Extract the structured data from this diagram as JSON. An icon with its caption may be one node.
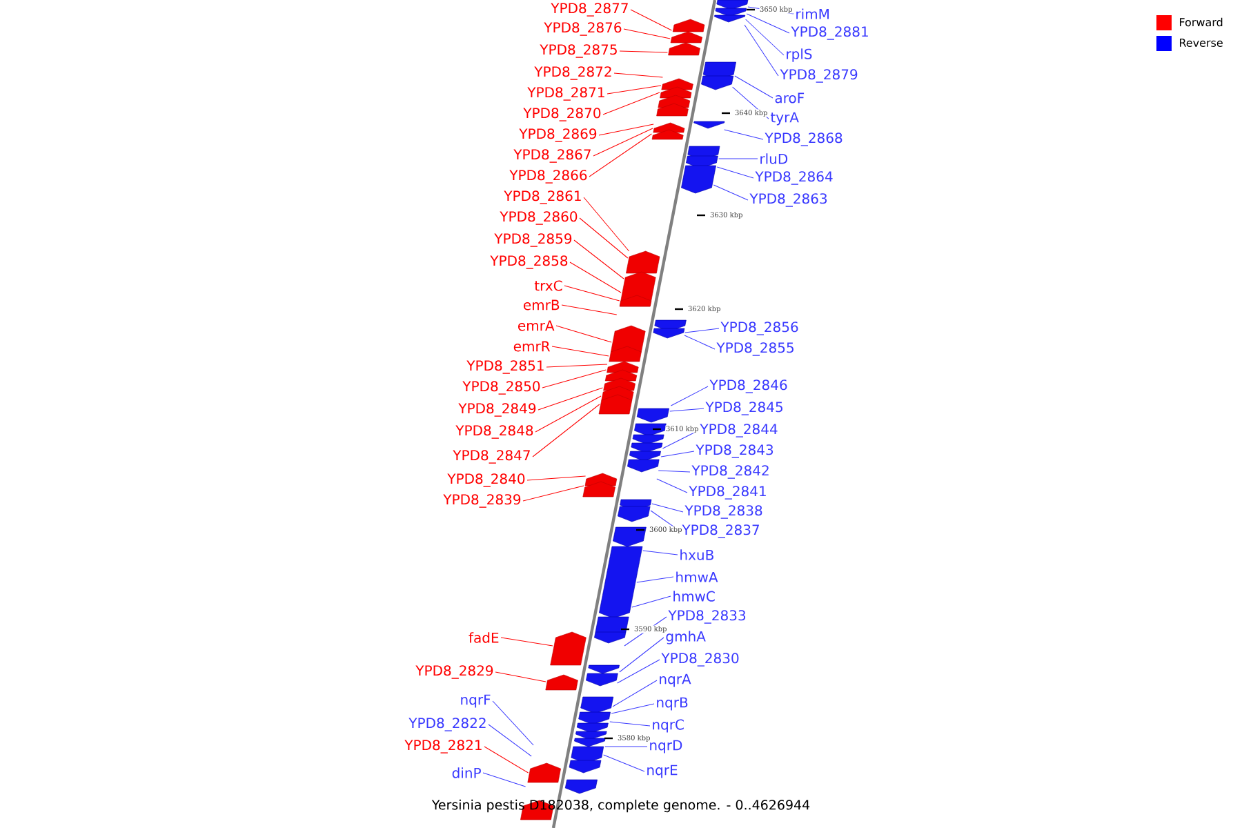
{
  "diagram": {
    "caption": "Yersinia pestis D182038, complete genome. - 0..4626944",
    "nodes": [
      {
        "text": [
          "YPD8_2877"
        ]
      },
      {
        "text": [
          "YPD8_2876"
        ]
      },
      {
        "text": [
          "YPD8_2875"
        ]
      },
      {
        "text": [
          "YPD8_2872"
        ]
      },
      {
        "text": [
          "YPD8_2871"
        ]
      },
      {
        "text": [
          "YPD8_2870"
        ]
      },
      {
        "text": [
          "YPD8_2869"
        ]
      },
      {
        "text": [
          "YPD8_2867"
        ]
      },
      {
        "text": [
          "YPD8_2866"
        ]
      },
      {
        "text": [
          "YPD8_2861"
        ]
      },
      {
        "text": [
          "YPD8_2860"
        ]
      },
      {
        "text": [
          "YPD8_2859"
        ]
      },
      {
        "text": [
          "YPD8_2858"
        ]
      },
      {
        "text": [
          "trxC"
        ]
      },
      {
        "text": [
          "emrB"
        ]
      },
      {
        "text": [
          "emrA"
        ]
      },
      {
        "text": [
          "emrR"
        ]
      },
      {
        "text": [
          "YPD8_2851"
        ]
      },
      {
        "text": [
          "YPD8_2850"
        ]
      },
      {
        "text": [
          "YPD8_2849"
        ]
      },
      {
        "text": [
          "YPD8_2848"
        ]
      },
      {
        "text": [
          "YPD8_2847"
        ]
      },
      {
        "text": [
          "YPD8_2840"
        ]
      },
      {
        "text": [
          "YPD8_2839"
        ]
      },
      {
        "text": [
          "fadE"
        ]
      },
      {
        "text": [
          "YPD8_2829"
        ]
      },
      {
        "text": [
          "nqrF"
        ]
      },
      {
        "text": [
          "YPD8_2822"
        ]
      },
      {
        "text": [
          "YPD8_2821"
        ]
      },
      {
        "text": [
          "dinP"
        ]
      },
      {
        "text": [
          "rimM"
        ]
      },
      {
        "text": [
          "YPD8_2881"
        ]
      },
      {
        "text": [
          "rplS"
        ]
      },
      {
        "text": [
          "YPD8_2879"
        ]
      },
      {
        "text": [
          "aroF"
        ]
      },
      {
        "text": [
          "tyrA"
        ]
      },
      {
        "text": [
          "YPD8_2868"
        ]
      },
      {
        "text": [
          "rluD"
        ]
      },
      {
        "text": [
          "YPD8_2864"
        ]
      },
      {
        "text": [
          "YPD8_2863"
        ]
      },
      {
        "text": [
          "YPD8_2856"
        ]
      },
      {
        "text": [
          "YPD8_2855"
        ]
      },
      {
        "text": [
          "YPD8_2846"
        ]
      },
      {
        "text": [
          "YPD8_2845"
        ]
      },
      {
        "text": [
          "YPD8_2844"
        ]
      },
      {
        "text": [
          "YPD8_2843"
        ]
      },
      {
        "text": [
          "YPD8_2842"
        ]
      },
      {
        "text": [
          "YPD8_2841"
        ]
      },
      {
        "text": [
          "YPD8_2838"
        ]
      },
      {
        "text": [
          "YPD8_2837"
        ]
      },
      {
        "text": [
          "hxuB"
        ]
      },
      {
        "text": [
          "hmwA"
        ]
      },
      {
        "text": [
          "hmwC"
        ]
      },
      {
        "text": [
          "YPD8_2833"
        ]
      },
      {
        "text": [
          "gmhA"
        ]
      },
      {
        "text": [
          "YPD8_2830"
        ]
      },
      {
        "text": [
          "nqrA"
        ]
      },
      {
        "text": [
          "nqrB"
        ]
      },
      {
        "text": [
          "nqrC"
        ]
      },
      {
        "text": [
          "nqrD"
        ]
      },
      {
        "text": [
          "nqrE"
        ]
      }
    ],
    "edges": [
      {
        "from": 0,
        "to": null,
        "arrow": "none",
        "color": "#ff0000"
      },
      {
        "from": 1,
        "to": null,
        "arrow": "none",
        "color": "#ff0000"
      },
      {
        "from": 2,
        "to": null,
        "arrow": "none",
        "color": "#ff0000"
      },
      {
        "from": 3,
        "to": null,
        "arrow": "none",
        "color": "#ff0000"
      },
      {
        "from": 4,
        "to": null,
        "arrow": "none",
        "color": "#ff0000"
      },
      {
        "from": 5,
        "to": null,
        "arrow": "none",
        "color": "#ff0000"
      },
      {
        "from": 6,
        "to": null,
        "arrow": "none",
        "color": "#ff0000"
      },
      {
        "from": 7,
        "to": null,
        "arrow": "none",
        "color": "#ff0000"
      },
      {
        "from": 8,
        "to": null,
        "arrow": "none",
        "color": "#ff0000"
      },
      {
        "from": 9,
        "to": null,
        "arrow": "none",
        "color": "#ff0000"
      },
      {
        "from": 10,
        "to": null,
        "arrow": "none",
        "color": "#ff0000"
      },
      {
        "from": 11,
        "to": null,
        "arrow": "none",
        "color": "#ff0000"
      },
      {
        "from": 12,
        "to": null,
        "arrow": "none",
        "color": "#ff0000"
      },
      {
        "from": 13,
        "to": null,
        "arrow": "none",
        "color": "#ff0000"
      },
      {
        "from": 14,
        "to": null,
        "arrow": "none",
        "color": "#ff0000"
      },
      {
        "from": 15,
        "to": null,
        "arrow": "none",
        "color": "#ff0000"
      },
      {
        "from": 16,
        "to": null,
        "arrow": "none",
        "color": "#ff0000"
      },
      {
        "from": 17,
        "to": null,
        "arrow": "none",
        "color": "#ff0000"
      },
      {
        "from": 18,
        "to": null,
        "arrow": "none",
        "color": "#ff0000"
      },
      {
        "from": 19,
        "to": null,
        "arrow": "none",
        "color": "#ff0000"
      },
      {
        "from": 20,
        "to": null,
        "arrow": "none",
        "color": "#ff0000"
      },
      {
        "from": 21,
        "to": null,
        "arrow": "none",
        "color": "#ff0000"
      },
      {
        "from": 22,
        "to": null,
        "arrow": "none",
        "color": "#ff0000"
      },
      {
        "from": 23,
        "to": null,
        "arrow": "none",
        "color": "#ff0000"
      },
      {
        "from": 24,
        "to": null,
        "arrow": "none",
        "color": "#ff0000"
      },
      {
        "from": 25,
        "to": null,
        "arrow": "none",
        "color": "#ff0000"
      },
      {
        "from": 26,
        "to": null,
        "arrow": "none"
      },
      {
        "from": 27,
        "to": null,
        "arrow": "none"
      },
      {
        "from": 28,
        "to": null,
        "arrow": "none",
        "color": "#ff0000"
      },
      {
        "from": 29,
        "to": null,
        "arrow": "none"
      },
      {
        "from": 30,
        "to": null,
        "arrow": "none"
      },
      {
        "from": 31,
        "to": null,
        "arrow": "none"
      },
      {
        "from": 32,
        "to": null,
        "arrow": "none"
      },
      {
        "from": 33,
        "to": null,
        "arrow": "none"
      },
      {
        "from": 34,
        "to": null,
        "arrow": "none"
      },
      {
        "from": 35,
        "to": null,
        "arrow": "none"
      },
      {
        "from": 36,
        "to": null,
        "arrow": "none"
      },
      {
        "from": 37,
        "to": null,
        "arrow": "none"
      },
      {
        "from": 38,
        "to": null,
        "arrow": "none"
      },
      {
        "from": 39,
        "to": null,
        "arrow": "none"
      },
      {
        "from": 40,
        "to": null,
        "arrow": "none"
      },
      {
        "from": 41,
        "to": null,
        "arrow": "none"
      },
      {
        "from": 42,
        "to": null,
        "arrow": "none"
      },
      {
        "from": 43,
        "to": null,
        "arrow": "none"
      },
      {
        "from": 44,
        "to": null,
        "arrow": "none"
      },
      {
        "from": 45,
        "to": null,
        "arrow": "none"
      },
      {
        "from": 46,
        "to": null,
        "arrow": "none"
      },
      {
        "from": 47,
        "to": null,
        "arrow": "none"
      },
      {
        "from": 48,
        "to": null,
        "arrow": "none"
      },
      {
        "from": 49,
        "to": null,
        "arrow": "none"
      },
      {
        "from": 50,
        "to": null,
        "arrow": "none"
      },
      {
        "from": 51,
        "to": null,
        "arrow": "none"
      },
      {
        "from": 52,
        "to": null,
        "arrow": "none"
      },
      {
        "from": 53,
        "to": null,
        "arrow": "none"
      },
      {
        "from": 54,
        "to": null,
        "arrow": "none"
      },
      {
        "from": 55,
        "to": null,
        "arrow": "none"
      },
      {
        "from": 56,
        "to": null,
        "arrow": "none"
      },
      {
        "from": 57,
        "to": null,
        "arrow": "none"
      },
      {
        "from": 58,
        "to": null,
        "arrow": "none"
      },
      {
        "from": 59,
        "to": null,
        "arrow": "none"
      },
      {
        "from": 60,
        "to": null,
        "arrow": "none"
      }
    ],
    "labels": [
      "3650 kbp",
      "3640 kbp",
      "3630 kbp",
      "3620 kbp",
      "3610 kbp",
      "3600 kbp",
      "3590 kbp",
      "3580 kbp"
    ],
    "legend": [
      {
        "text": "Forward",
        "color": "#ff0000"
      },
      {
        "text": "Reverse",
        "color": "#0000ff"
      }
    ]
  }
}
